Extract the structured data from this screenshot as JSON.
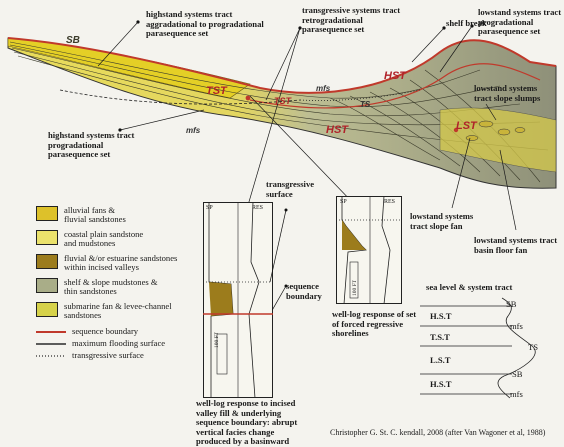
{
  "cross_section": {
    "zone_labels": {
      "tst_left": "TST",
      "tst_mid": "TST",
      "hst_top": "HST",
      "hst_low": "HST",
      "lst": "LST",
      "sb": "SB",
      "mfs_a": "mfs",
      "mfs_b": "mfs",
      "ts": "TS"
    },
    "callouts": {
      "hst_aggradational": [
        "highstand systems tract",
        "aggradational to progradational",
        "parasequence set"
      ],
      "tst_retrogradational": [
        "transgressive systems tract",
        "retrogradational",
        "parasequence set"
      ],
      "shelf_break": [
        "shelf break"
      ],
      "lst_progradational": [
        "lowstand systems tract",
        "progradational",
        "parasequence set"
      ],
      "lst_slope_slumps": [
        "lowstand systems",
        "tract slope slumps"
      ],
      "hst_progradational": [
        "highstand systems tract",
        "progradational",
        "parasequence set"
      ],
      "lst_slope_fan": [
        "lowstand systems",
        "tract slope fan"
      ],
      "lst_basin_floor_fan": [
        "lowstand systems tract",
        "basin floor fan"
      ]
    }
  },
  "legend": {
    "facies": [
      {
        "label": [
          "alluvial fans &",
          "fluvial sandstones"
        ],
        "color": "#ddc12a"
      },
      {
        "label": [
          "coastal plain sandstone",
          "and mudstones"
        ],
        "color": "#ebe26c"
      },
      {
        "label": [
          "fluvial &/or estuarine sandstones",
          "within incised valleys"
        ],
        "color": "#9c7c1c"
      },
      {
        "label": [
          "shelf & slope mudstones &",
          "thin sandstones"
        ],
        "color": "#a9ad88"
      },
      {
        "label": [
          "submarine fan & levee-channel",
          "sandstones"
        ],
        "color": "#d6d24a"
      }
    ],
    "surfaces": [
      {
        "label": "sequence boundary",
        "color": "#c0392b"
      },
      {
        "label": "maximum flooding surface",
        "color": "#2a2a2a"
      },
      {
        "label": "transgressive surface",
        "color": "#2a2a2a"
      }
    ]
  },
  "well_logs": {
    "left": {
      "sp": "SP",
      "res": "RES",
      "scale": "100 FT",
      "caption": [
        "well-log response to incised",
        "valley fill & underlying",
        "sequence boundary: abrupt",
        "vertical facies change",
        "produced by a basinward"
      ],
      "surface_labels": {
        "transgressive": [
          "transgressive",
          "surface"
        ],
        "sequence": [
          "sequence",
          "boundary"
        ]
      }
    },
    "right": {
      "sp": "SP",
      "res": "RES",
      "scale": "100 FT",
      "caption": [
        "well-log response of set",
        "of forced regressive",
        "shorelines"
      ]
    }
  },
  "sea_level": {
    "title": "sea level & system tract",
    "tracts": [
      "H.S.T",
      "T.S.T",
      "L.S.T",
      "H.S.T"
    ],
    "surfaces": [
      "SB",
      "mfs",
      "TS",
      "SB",
      "mfs"
    ]
  },
  "credit": "Christopher G. St. C. kendall, 2008 (after Van Wagoner et al, 1988)",
  "colors": {
    "sequence_boundary": "#c0392b",
    "yellow_facies": "#e8d84a",
    "shelf_grey": "#b3b597",
    "basin_grey": "#9ea08a"
  },
  "icons": {
    "section": "geologic-cross-section",
    "log": "well-log-trace",
    "sea_level": "sea-level-curve"
  }
}
